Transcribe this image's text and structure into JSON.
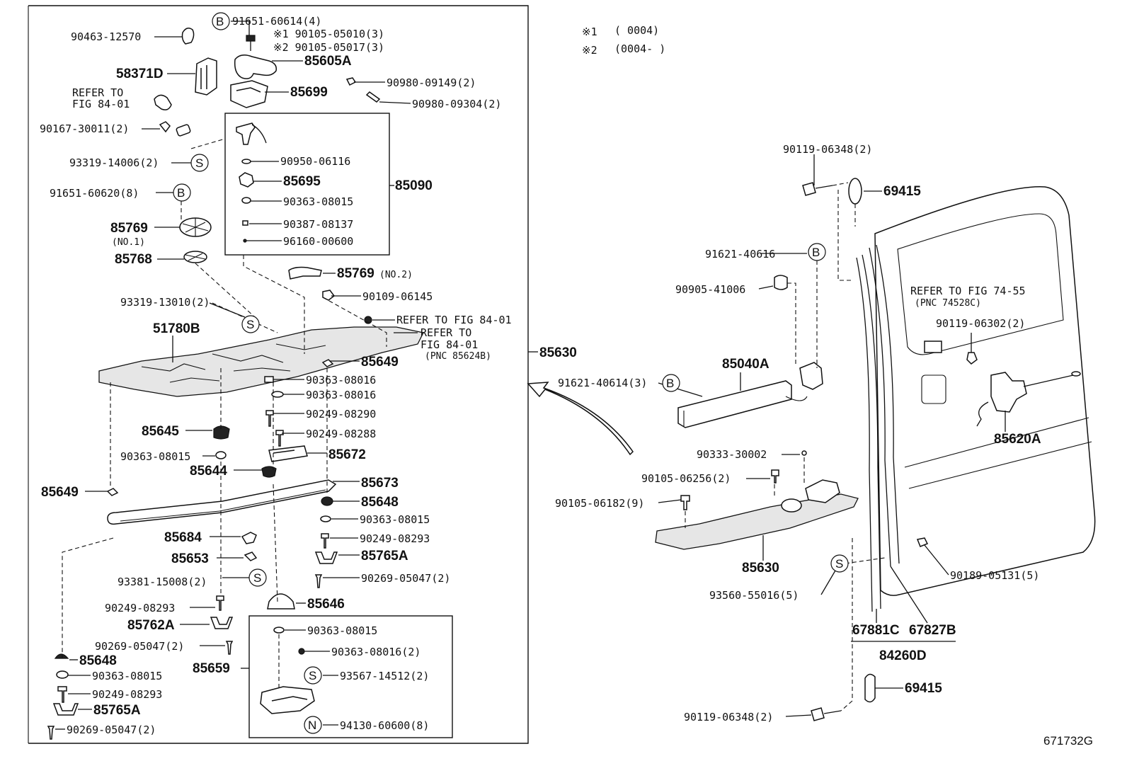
{
  "notes": [
    {
      "mark": "※1",
      "range": "(          0004)"
    },
    {
      "mark": "※2",
      "range": "(0004-        )"
    }
  ],
  "diagram_id": "671732G",
  "symbols": {
    "b": "B",
    "s": "S",
    "n": "N"
  },
  "labels": {
    "p9046312570": "90463-12570",
    "p9165160614": "91651-60614(4)",
    "p9010505010": "※1 90105-05010(3)",
    "p9010505017": "※2 90105-05017(3)",
    "p85605a": "85605A",
    "p58371d": "58371D",
    "p9098009149": "90980-09149(2)",
    "p85699": "85699",
    "refer8401a_1": "REFER TO",
    "refer8401a_2": "FIG 84-01",
    "p9098009304": "90980-09304(2)",
    "p9016730011": "90167-30011(2)",
    "p9331914006": "93319-14006(2)",
    "p9095006116": "90950-06116",
    "p85695": "85695",
    "p85090": "85090",
    "p9165160620": "91651-60620(8)",
    "p9036308015a": "90363-08015",
    "p9038708137": "90387-08137",
    "p85769": "85769",
    "p85769no1": "(NO.1)",
    "p9616000600": "96160-00600",
    "p85768": "85768",
    "p85769b": "85769",
    "p85769no2": "(NO.2)",
    "p9010906145": "90109-06145",
    "p9331913010": "93319-13010(2)",
    "refer8401b": "REFER TO FIG 84-01",
    "refer8401c_1": "REFER TO",
    "refer8401c_2": "FIG 84-01",
    "refer8401c_3": "(PNC 85624B)",
    "p51780b": "51780B",
    "p85630a": "85630",
    "p85649a": "85649",
    "p9036308016a": "90363-08016",
    "p9036308016b": "90363-08016",
    "p9024908290": "90249-08290",
    "p85645": "85645",
    "p9024908288": "90249-08288",
    "p9036308015b": "90363-08015",
    "p85672": "85672",
    "p85644": "85644",
    "p85649b": "85649",
    "p85673": "85673",
    "p85648a": "85648",
    "p9036308015c": "90363-08015",
    "p85684": "85684",
    "p9024908293a": "90249-08293",
    "p85653": "85653",
    "p85765a1": "85765A",
    "p9338115008": "93381-15008(2)",
    "p9026905047a": "90269-05047(2)",
    "p85646": "85646",
    "p9024908293b": "90249-08293",
    "p85762a": "85762A",
    "p9036308015d": "90363-08015",
    "p9026905047b": "90269-05047(2)",
    "p9036308016c": "90363-08016(2)",
    "p85648b": "85648",
    "p85659": "85659",
    "p9356714512": "93567-14512(2)",
    "p9036308015e": "90363-08015",
    "p9024908293c": "90249-08293",
    "p85765a2": "85765A",
    "p9413060600": "94130-60600(8)",
    "p9026905047c": "90269-05047(2)",
    "p9011906348a": "90119-06348(2)",
    "p69415a": "69415",
    "p9162140616": "91621-40616",
    "p9090541006": "90905-41006",
    "refer7455_1": "REFER TO FIG 74-55",
    "refer7455_2": "(PNC 74528C)",
    "p9011906302": "90119-06302(2)",
    "p85040a": "85040A",
    "p9162140614": "91621-40614(3)",
    "p85620a": "85620A",
    "p9033330002": "90333-30002",
    "p9010506256": "90105-06256(2)",
    "p9010506182": "90105-06182(9)",
    "p85630b": "85630",
    "p9018905131": "90189-05131(5)",
    "p9356055016": "93560-55016(5)",
    "p67881c": "67881C",
    "p67827b": "67827B",
    "p84260d": "84260D",
    "p69415b": "69415",
    "p9011906348b": "90119-06348(2)"
  }
}
